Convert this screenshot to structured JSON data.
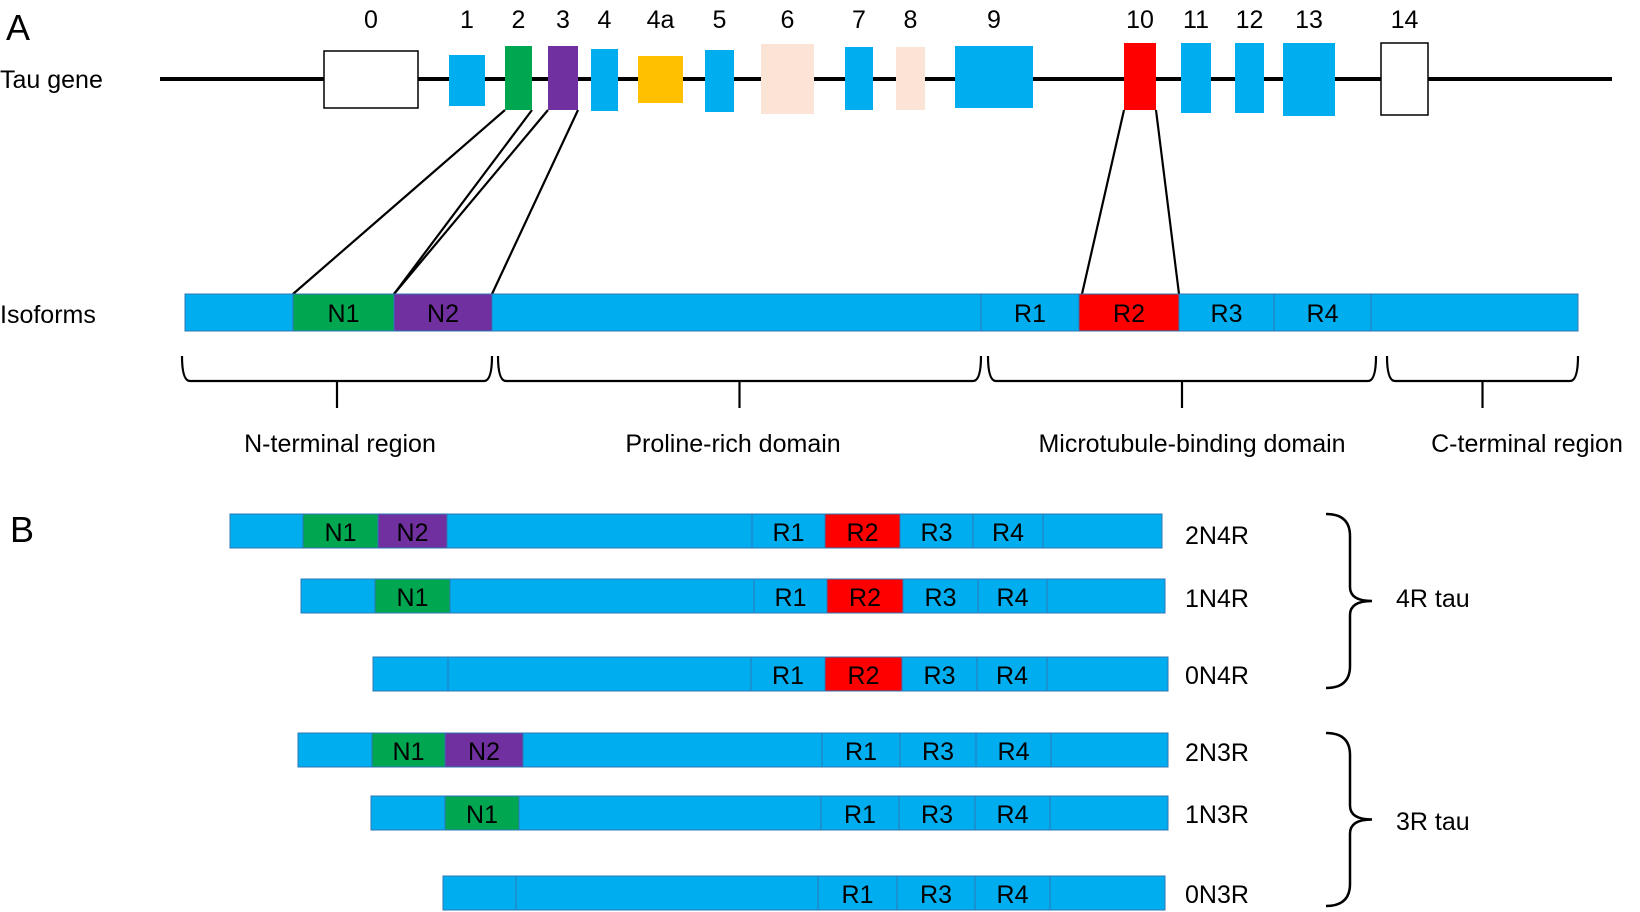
{
  "colors": {
    "blue": "#00aeef",
    "green": "#00a650",
    "purple": "#7030a0",
    "orange": "#ffc000",
    "peach": "#fbe4d5",
    "red": "#ff0000",
    "white": "#ffffff",
    "line": "#000000",
    "segment_border": "#2e75b6"
  },
  "panel_a": {
    "letter": "A",
    "gene_label": "Tau gene",
    "isoform_label": "Isoforms",
    "exons": [
      {
        "label": "0",
        "color": "white"
      },
      {
        "label": "1",
        "color": "blue"
      },
      {
        "label": "2",
        "color": "green"
      },
      {
        "label": "3",
        "color": "purple"
      },
      {
        "label": "4",
        "color": "blue"
      },
      {
        "label": "4a",
        "color": "orange"
      },
      {
        "label": "5",
        "color": "blue"
      },
      {
        "label": "6",
        "color": "peach"
      },
      {
        "label": "7",
        "color": "blue"
      },
      {
        "label": "8",
        "color": "peach"
      },
      {
        "label": "9",
        "color": "blue"
      },
      {
        "label": "10",
        "color": "red"
      },
      {
        "label": "11",
        "color": "blue"
      },
      {
        "label": "12",
        "color": "blue"
      },
      {
        "label": "13",
        "color": "blue"
      },
      {
        "label": "14",
        "color": "white"
      }
    ],
    "segments": [
      {
        "label": "",
        "color": "blue"
      },
      {
        "label": "N1",
        "color": "green"
      },
      {
        "label": "N2",
        "color": "purple"
      },
      {
        "label": "",
        "color": "blue"
      },
      {
        "label": "R1",
        "color": "blue"
      },
      {
        "label": "R2",
        "color": "red"
      },
      {
        "label": "R3",
        "color": "blue"
      },
      {
        "label": "R4",
        "color": "blue"
      },
      {
        "label": "",
        "color": "blue"
      }
    ],
    "regions": [
      {
        "label": "N-terminal region"
      },
      {
        "label": "Proline-rich domain"
      },
      {
        "label": "Microtubule-binding domain"
      },
      {
        "label": "C-terminal region"
      }
    ]
  },
  "panel_b": {
    "letter": "B",
    "isoforms": [
      {
        "name": "2N4R",
        "segments": [
          {
            "label": "",
            "color": "blue"
          },
          {
            "label": "N1",
            "color": "green"
          },
          {
            "label": "N2",
            "color": "purple"
          },
          {
            "label": "",
            "color": "blue"
          },
          {
            "label": "R1",
            "color": "blue"
          },
          {
            "label": "R2",
            "color": "red"
          },
          {
            "label": "R3",
            "color": "blue"
          },
          {
            "label": "R4",
            "color": "blue"
          },
          {
            "label": "",
            "color": "blue"
          }
        ]
      },
      {
        "name": "1N4R",
        "segments": [
          {
            "label": "",
            "color": "blue"
          },
          {
            "label": "N1",
            "color": "green"
          },
          {
            "label": "",
            "color": "blue"
          },
          {
            "label": "R1",
            "color": "blue"
          },
          {
            "label": "R2",
            "color": "red"
          },
          {
            "label": "R3",
            "color": "blue"
          },
          {
            "label": "R4",
            "color": "blue"
          },
          {
            "label": "",
            "color": "blue"
          }
        ]
      },
      {
        "name": "0N4R",
        "segments": [
          {
            "label": "",
            "color": "blue"
          },
          {
            "label": "",
            "color": "blue"
          },
          {
            "label": "R1",
            "color": "blue"
          },
          {
            "label": "R2",
            "color": "red"
          },
          {
            "label": "R3",
            "color": "blue"
          },
          {
            "label": "R4",
            "color": "blue"
          },
          {
            "label": "",
            "color": "blue"
          }
        ]
      },
      {
        "name": "2N3R",
        "segments": [
          {
            "label": "",
            "color": "blue"
          },
          {
            "label": "N1",
            "color": "green"
          },
          {
            "label": "N2",
            "color": "purple"
          },
          {
            "label": "",
            "color": "blue"
          },
          {
            "label": "R1",
            "color": "blue"
          },
          {
            "label": "R3",
            "color": "blue"
          },
          {
            "label": "R4",
            "color": "blue"
          },
          {
            "label": "",
            "color": "blue"
          }
        ]
      },
      {
        "name": "1N3R",
        "segments": [
          {
            "label": "",
            "color": "blue"
          },
          {
            "label": "N1",
            "color": "green"
          },
          {
            "label": "",
            "color": "blue"
          },
          {
            "label": "R1",
            "color": "blue"
          },
          {
            "label": "R3",
            "color": "blue"
          },
          {
            "label": "R4",
            "color": "blue"
          },
          {
            "label": "",
            "color": "blue"
          }
        ]
      },
      {
        "name": "0N3R",
        "segments": [
          {
            "label": "",
            "color": "blue"
          },
          {
            "label": "",
            "color": "blue"
          },
          {
            "label": "R1",
            "color": "blue"
          },
          {
            "label": "R3",
            "color": "blue"
          },
          {
            "label": "R4",
            "color": "blue"
          },
          {
            "label": "",
            "color": "blue"
          }
        ]
      }
    ],
    "groups": [
      {
        "label": "4R tau"
      },
      {
        "label": "3R tau"
      }
    ]
  }
}
